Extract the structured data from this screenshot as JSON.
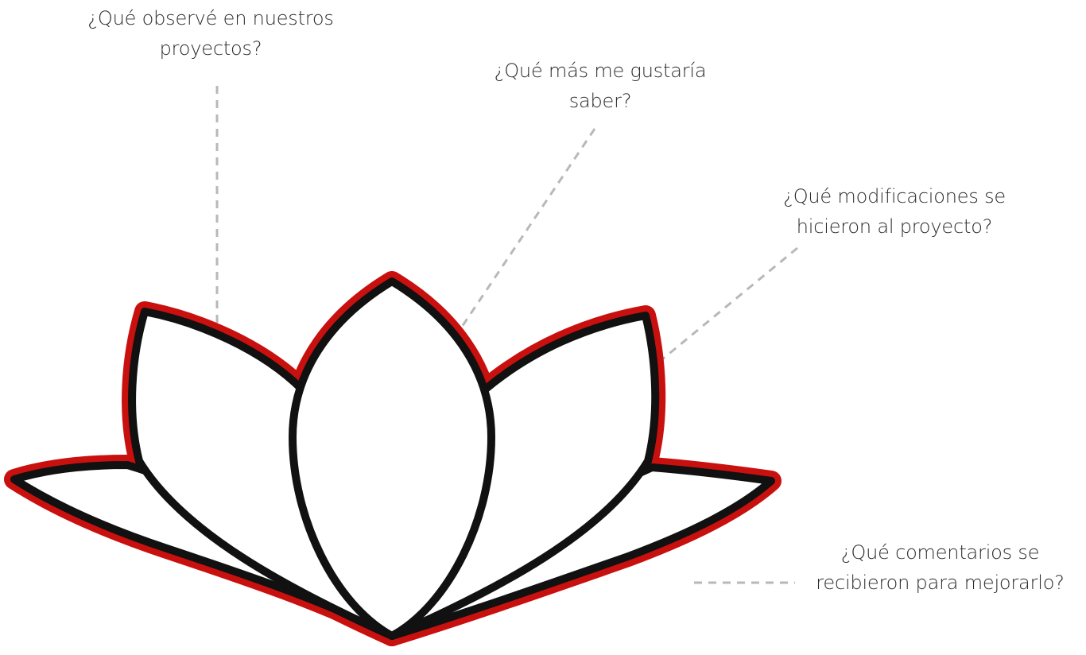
{
  "questions": [
    {
      "id": "observe",
      "line1": "¿Qué observé en nuestros",
      "line2": "proyectos?"
    },
    {
      "id": "learn_more",
      "line1": "¿Qué más me gustaría",
      "line2": "saber?"
    },
    {
      "id": "modifications",
      "line1": "¿Qué modificaciones se",
      "line2": "hicieron al proyecto?"
    },
    {
      "id": "feedback",
      "line1": "¿Qué comentarios se",
      "line2": "recibieron para mejorarlo?"
    }
  ],
  "colors": {
    "petal_outer": "#c8100f",
    "petal_inner": "#111111",
    "petal_fill": "#ffffff",
    "connector": "#b8b8b8",
    "text": "#2b2b2b"
  }
}
